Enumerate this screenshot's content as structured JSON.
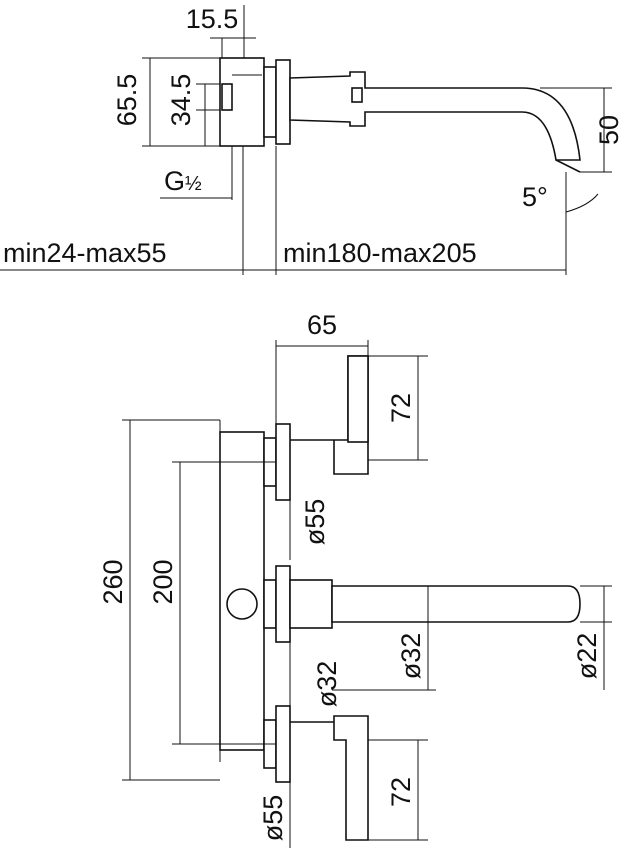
{
  "side_view": {
    "dim_top_width": "15.5",
    "dim_height_outer": "65.5",
    "dim_height_inner": "34.5",
    "thread": "G",
    "thread_fraction": "½",
    "dim_wall_range": "min24-max55",
    "dim_spout_range": "min180-max205",
    "dim_spout_drop": "50",
    "dim_angle": "5°"
  },
  "front_view": {
    "dim_handle_width": "65",
    "dim_handle_height_top": "72",
    "dim_plate_height": "260",
    "dim_centers": "200",
    "dim_rosette_top": "ø55",
    "dim_spout_rosette": "ø32",
    "dim_spout_body": "ø32",
    "dim_spout_tip": "ø22",
    "dim_handle_height_bottom": "72",
    "dim_rosette_bottom": "ø55"
  }
}
